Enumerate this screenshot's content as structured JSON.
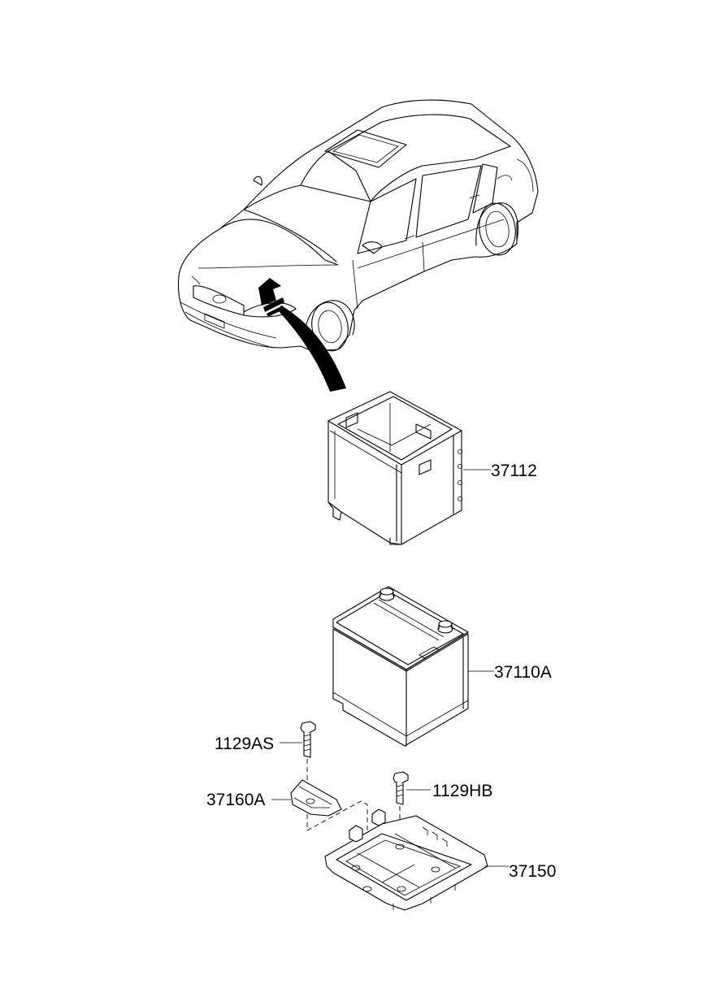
{
  "parts": [
    {
      "id": "case",
      "number": "37112"
    },
    {
      "id": "battery",
      "number": "37110A"
    },
    {
      "id": "bolt-left",
      "number": "1129AS"
    },
    {
      "id": "clamp",
      "number": "37160A"
    },
    {
      "id": "bolt-right",
      "number": "1129HB"
    },
    {
      "id": "tray",
      "number": "37150"
    }
  ]
}
